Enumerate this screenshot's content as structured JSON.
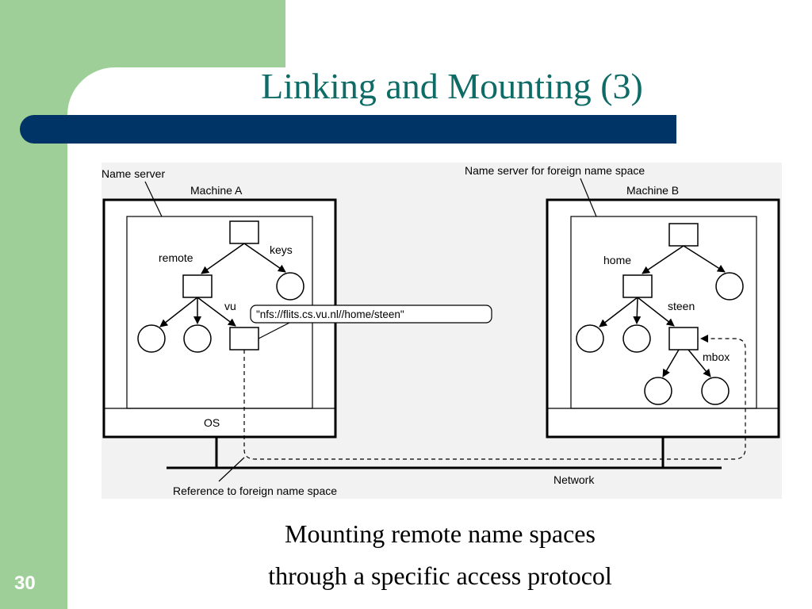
{
  "slide": {
    "title": "Linking and Mounting (3)",
    "caption_line1": "Mounting remote name spaces",
    "caption_line2": "through a specific access protocol",
    "slide_number": "30",
    "colors": {
      "side_bar": "#9fcf98",
      "title_bar": "#003366",
      "title_text": "#0e6b66",
      "figure_bg": "#f2f2f2"
    }
  },
  "diagram": {
    "labels": {
      "name_server": "Name server",
      "machine_a": "Machine A",
      "remote": "remote",
      "keys": "keys",
      "vu": "vu",
      "url": "\"nfs://flits.cs.vu.nl//home/steen\"",
      "os": "OS",
      "reference": "Reference to foreign name space",
      "network": "Network",
      "foreign_server": "Name server for foreign name space",
      "machine_b": "Machine B",
      "home": "home",
      "steen": "steen",
      "mbox": "mbox"
    }
  }
}
